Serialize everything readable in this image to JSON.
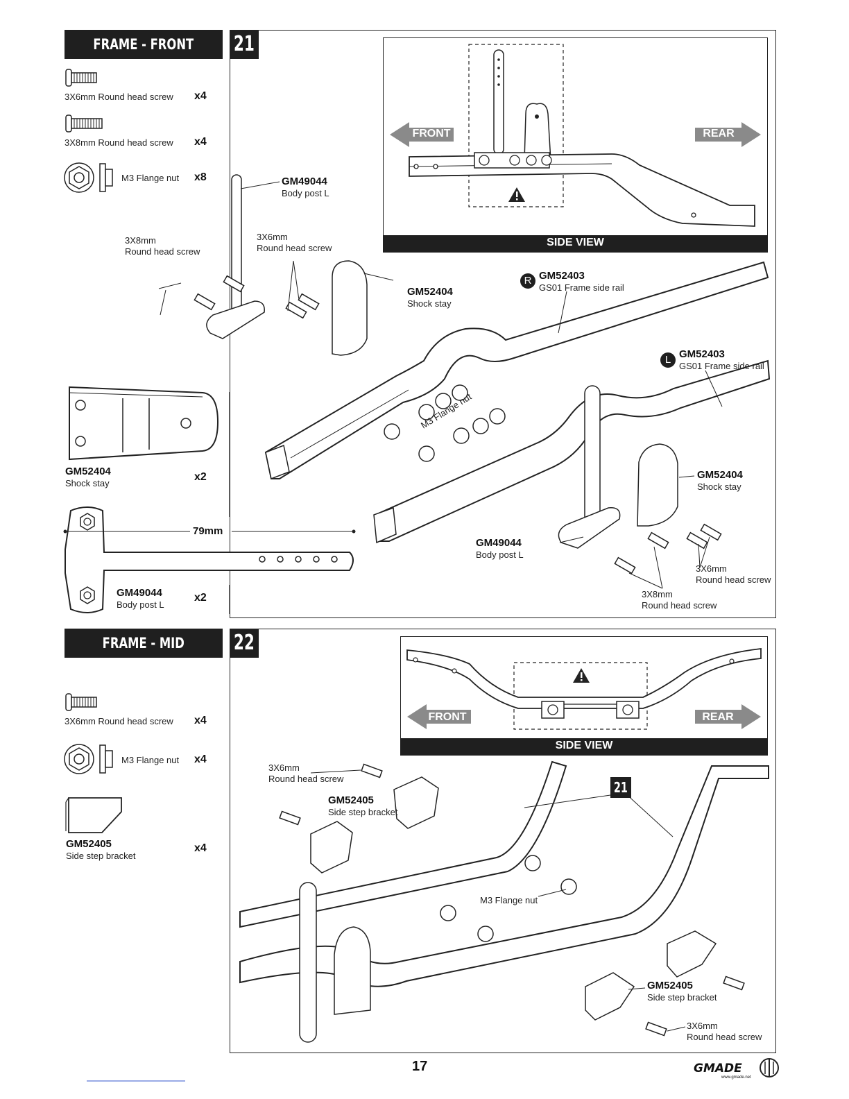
{
  "page_number": "17",
  "brand": {
    "logo_text": "GMADE",
    "url": "www.gmade.net"
  },
  "step21": {
    "section_title": "FRAME - FRONT",
    "step_number": "21",
    "parts": [
      {
        "label": "3X6mm Round head screw",
        "qty": "x4"
      },
      {
        "label": "3X8mm Round head screw",
        "qty": "x4"
      },
      {
        "label": "M3 Flange nut",
        "qty": "x8"
      }
    ],
    "shock_stay_part": {
      "code": "GM52404",
      "name": "Shock stay",
      "qty": "x2"
    },
    "body_post_part": {
      "code": "GM49044",
      "name": "Body post L",
      "qty": "x2",
      "dimension": "79mm"
    },
    "side_view": {
      "title": "SIDE VIEW",
      "front": "FRONT",
      "rear": "REAR"
    },
    "callouts": {
      "body_post_top": {
        "code": "GM49044",
        "name": "Body post L"
      },
      "screw_3x8_top": {
        "line1": "3X8mm",
        "line2": "Round head screw"
      },
      "screw_3x6_top": {
        "line1": "3X6mm",
        "line2": "Round head screw"
      },
      "shock_stay_top": {
        "code": "GM52404",
        "name": "Shock stay"
      },
      "rail_r": {
        "badge": "R",
        "code": "GM52403",
        "name": "GS01 Frame side rail"
      },
      "rail_l": {
        "badge": "L",
        "code": "GM52403",
        "name": "GS01 Frame side rail"
      },
      "flange_nut": "M3 Flange nut",
      "shock_stay_bottom": {
        "code": "GM52404",
        "name": "Shock stay"
      },
      "body_post_bottom": {
        "code": "GM49044",
        "name": "Body post L"
      },
      "screw_3x6_bottom": {
        "line1": "3X6mm",
        "line2": "Round head screw"
      },
      "screw_3x8_bottom": {
        "line1": "3X8mm",
        "line2": "Round head screw"
      }
    }
  },
  "step22": {
    "section_title": "FRAME - MID",
    "step_number": "22",
    "parts": [
      {
        "label": "3X6mm Round head screw",
        "qty": "x4"
      },
      {
        "label": "M3 Flange nut",
        "qty": "x4"
      }
    ],
    "side_step_part": {
      "code": "GM52405",
      "name": "Side step bracket",
      "qty": "x4"
    },
    "side_view": {
      "title": "SIDE VIEW",
      "front": "FRONT",
      "rear": "REAR"
    },
    "callouts": {
      "screw_top": {
        "line1": "3X6mm",
        "line2": "Round head screw"
      },
      "bracket_top": {
        "code": "GM52405",
        "name": "Side step bracket"
      },
      "ref_step": "21",
      "flange_nut": "M3 Flange nut",
      "bracket_bottom": {
        "code": "GM52405",
        "name": "Side step bracket"
      },
      "screw_bottom": {
        "line1": "3X6mm",
        "line2": "Round head screw"
      }
    }
  }
}
